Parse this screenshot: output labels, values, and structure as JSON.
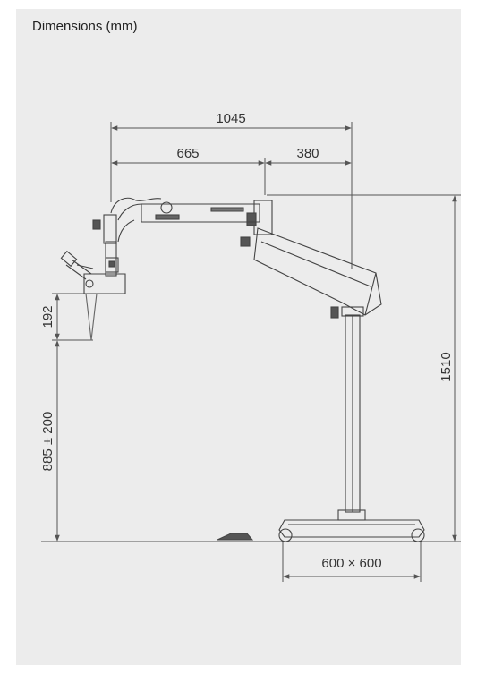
{
  "title": "Dimensions (mm)",
  "dimensions": {
    "total_reach": "1045",
    "arm_reach": "665",
    "upper_reach": "380",
    "optics_height": "192",
    "working_height": "885 ± 200",
    "total_height": "1510",
    "base": "600 × 600"
  },
  "colors": {
    "panel": "#ececec",
    "line": "#555555",
    "text": "#333333"
  }
}
